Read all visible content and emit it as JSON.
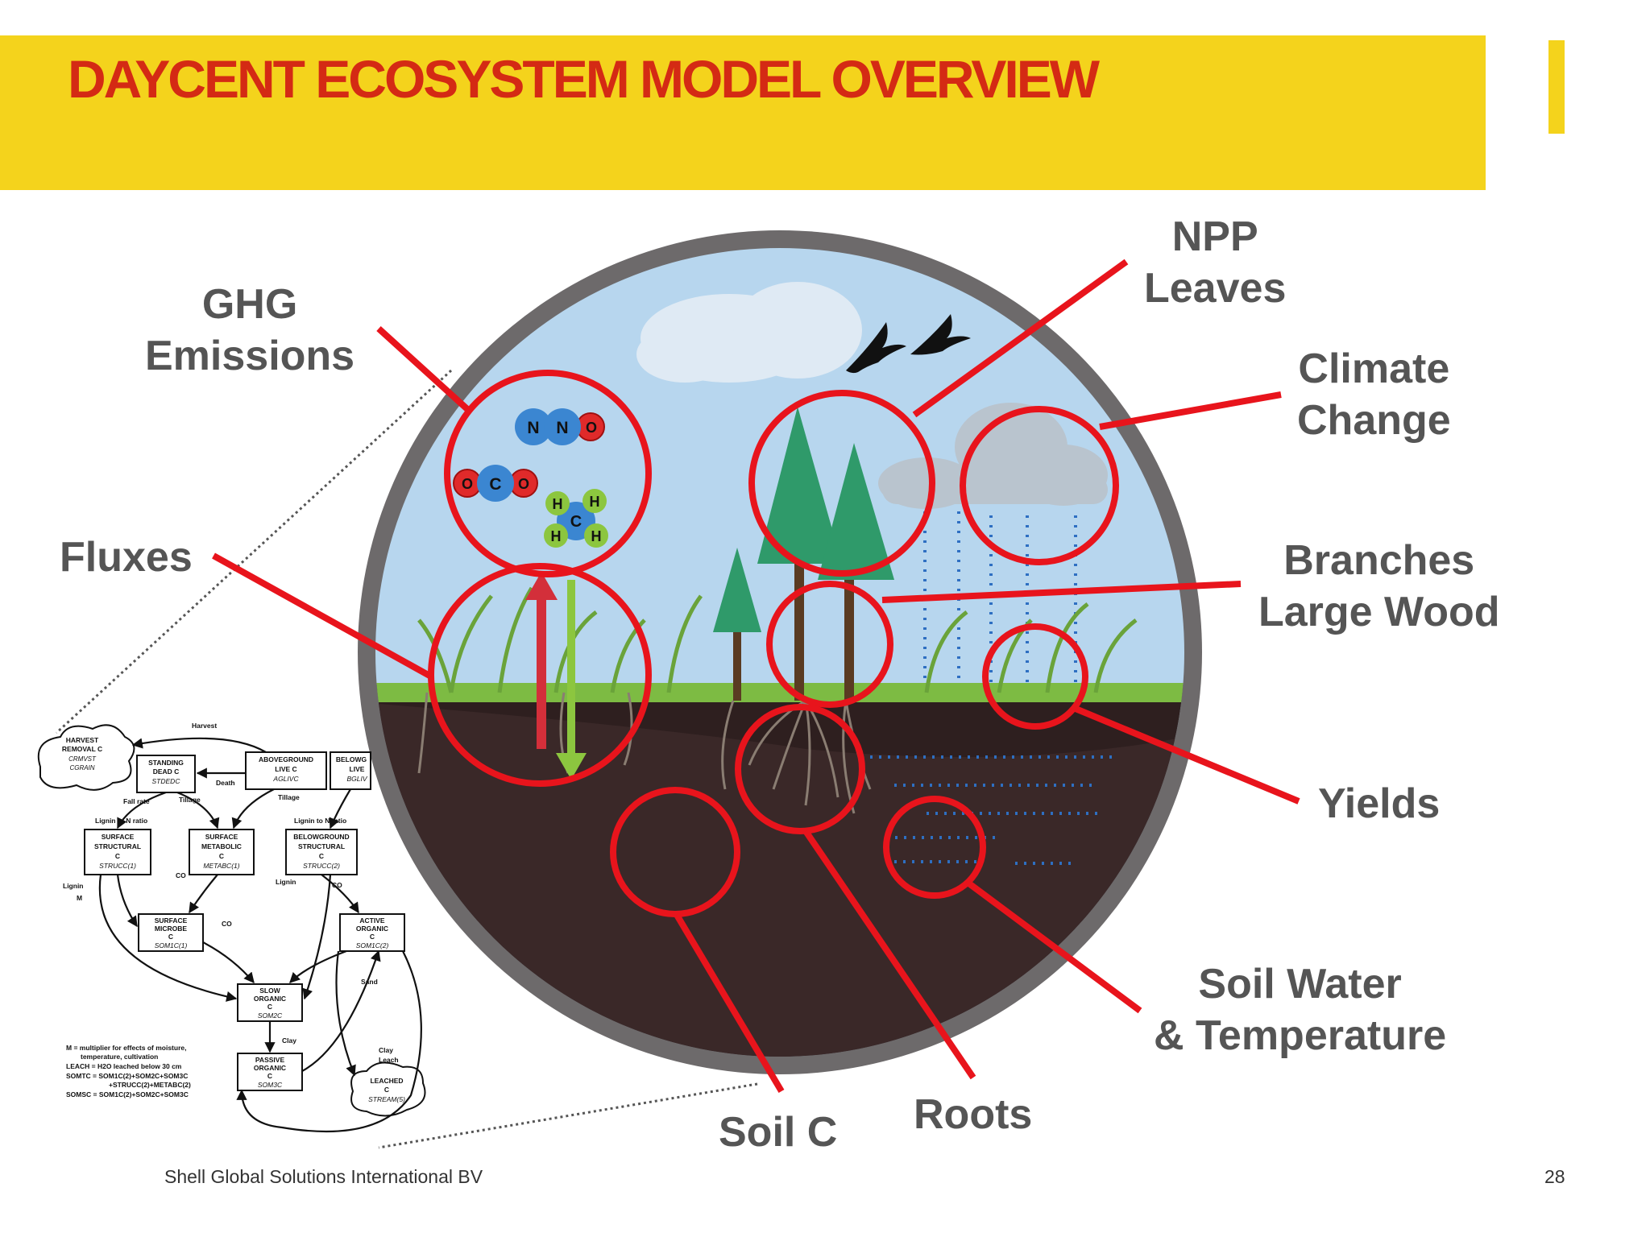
{
  "slide": {
    "title": "DAYCENT ECOSYSTEM MODEL OVERVIEW",
    "footer_left": "Shell Global Solutions International BV",
    "page_number": "28",
    "colors": {
      "banner": "#f4d31c",
      "title": "#d42a14",
      "callout": "#e8141c",
      "label": "#555555"
    }
  },
  "labels": {
    "ghg": [
      "GHG",
      "Emissions"
    ],
    "npp": [
      "NPP",
      "Leaves"
    ],
    "climate": [
      "Climate",
      "Change"
    ],
    "fluxes": "Fluxes",
    "branches": [
      "Branches",
      "Large Wood"
    ],
    "yields": "Yields",
    "soil_water": [
      "Soil Water",
      "& Temperature"
    ],
    "soil_c": "Soil C",
    "roots": "Roots"
  },
  "molecules": {
    "n2o": [
      "N",
      "N",
      "O"
    ],
    "co2": [
      "O",
      "C",
      "O"
    ],
    "ch4": [
      "H",
      "H",
      "C",
      "H",
      "H"
    ]
  },
  "flow": {
    "boxes": {
      "harvest": [
        "HARVEST",
        "REMOVAL C",
        "CRMVST",
        "CGRAIN"
      ],
      "standing": [
        "STANDING",
        "DEAD C",
        "STDEDC"
      ],
      "aboveground": [
        "ABOVEGROUND",
        "LIVE C",
        "AGLIVC"
      ],
      "belowlive": [
        "BELOWG",
        "LIVE",
        "BGLIV"
      ],
      "surf_struct": [
        "SURFACE",
        "STRUCTURAL",
        "C",
        "STRUCC(1)"
      ],
      "surf_metab": [
        "SURFACE",
        "METABOLIC",
        "C",
        "METABC(1)"
      ],
      "below_struct": [
        "BELOWGROUND",
        "STRUCTURAL",
        "C",
        "STRUCC(2)"
      ],
      "surf_microbe": [
        "SURFACE",
        "MICROBE",
        "C",
        "SOM1C(1)"
      ],
      "active": [
        "ACTIVE",
        "ORGANIC",
        "C",
        "SOM1C(2)"
      ],
      "slow": [
        "SLOW",
        "ORGANIC",
        "C",
        "SOM2C"
      ],
      "passive": [
        "PASSIVE",
        "ORGANIC",
        "C",
        "SOM3C"
      ],
      "leached": [
        "LEACHED",
        "C",
        "STREAM(5)"
      ]
    },
    "annotations": {
      "harvest": "Harvest",
      "death": "Death",
      "fall_rate": "Fall rate",
      "tillage1": "Tillage",
      "tillage2": "Tillage",
      "lignin_ratio1": "Lignin to N ratio",
      "lignin_ratio2": "Lignin to N ratio",
      "lignin1": "Lignin",
      "lignin2": "Lignin",
      "m": "M",
      "co2": "CO",
      "sand": "Sand",
      "clay": "Clay",
      "leach": "Leach"
    },
    "legend": [
      "M = multiplier for effects of moisture,",
      "temperature, cultivation",
      "LEACH = H2O leached below 30 cm",
      "SOMTC = SOM1C(2)+SOM2C+SOM3C",
      "+STRUCC(2)+METABC(2)",
      "SOMSC = SOM1C(2)+SOM2C+SOM3C"
    ]
  }
}
